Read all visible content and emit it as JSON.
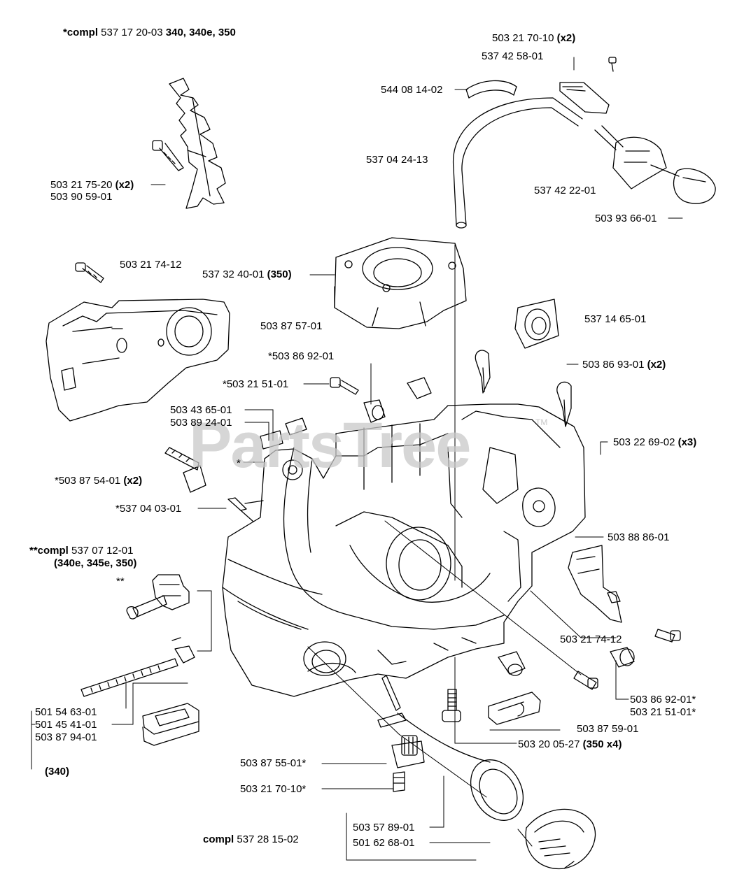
{
  "watermark": {
    "text": "PartsTree",
    "tm": "TM",
    "color": "#c9c9c9"
  },
  "labels": [
    {
      "id": "compl-53717",
      "parts": [
        {
          "t": "*compl",
          "b": true
        },
        {
          "t": " 537 17 20-03 ",
          "b": false
        },
        {
          "t": "340, 340e, 350",
          "b": true
        }
      ]
    },
    {
      "id": "p-5032170-top",
      "parts": [
        {
          "t": "503 21 70-10 ",
          "b": false
        },
        {
          "t": "(x2)",
          "b": true
        }
      ]
    },
    {
      "id": "p-5374258",
      "parts": [
        {
          "t": "537 42 58-01",
          "b": false
        }
      ]
    },
    {
      "id": "p-5440814",
      "parts": [
        {
          "t": "544 08 14-02",
          "b": false
        }
      ]
    },
    {
      "id": "p-5370424",
      "parts": [
        {
          "t": "537 04 24-13",
          "b": false
        }
      ]
    },
    {
      "id": "p-5032175",
      "parts": [
        {
          "t": "503 21 75-20 ",
          "b": false
        },
        {
          "t": "(x2)",
          "b": true
        }
      ]
    },
    {
      "id": "p-5039059",
      "parts": [
        {
          "t": "503 90 59-01",
          "b": false
        }
      ]
    },
    {
      "id": "p-5374222",
      "parts": [
        {
          "t": "537 42 22-01",
          "b": false
        }
      ]
    },
    {
      "id": "p-5039366",
      "parts": [
        {
          "t": "503 93 66-01",
          "b": false
        }
      ]
    },
    {
      "id": "p-5032174-a",
      "parts": [
        {
          "t": "503 21 74-12",
          "b": false
        }
      ]
    },
    {
      "id": "p-5373240",
      "parts": [
        {
          "t": "537 32 40-01 ",
          "b": false
        },
        {
          "t": "(350)",
          "b": true
        }
      ]
    },
    {
      "id": "p-5038757",
      "parts": [
        {
          "t": "503 87 57-01",
          "b": false
        }
      ]
    },
    {
      "id": "p-5371465",
      "parts": [
        {
          "t": "537 14 65-01",
          "b": false
        }
      ]
    },
    {
      "id": "p-5038692-a",
      "parts": [
        {
          "t": "*503 86 92-01",
          "b": false
        }
      ]
    },
    {
      "id": "p-5038693",
      "parts": [
        {
          "t": "503 86 93-01 ",
          "b": false
        },
        {
          "t": "(x2)",
          "b": true
        }
      ]
    },
    {
      "id": "p-5032151-a",
      "parts": [
        {
          "t": "*503 21 51-01",
          "b": false
        }
      ]
    },
    {
      "id": "p-5034365",
      "parts": [
        {
          "t": "503 43 65-01",
          "b": false
        }
      ]
    },
    {
      "id": "p-5038924",
      "parts": [
        {
          "t": "503 89 24-01",
          "b": false
        }
      ]
    },
    {
      "id": "p-5032269",
      "parts": [
        {
          "t": "503 22 69-02 ",
          "b": false
        },
        {
          "t": "(x3)",
          "b": true
        }
      ]
    },
    {
      "id": "p-star",
      "parts": [
        {
          "t": "*",
          "b": false
        }
      ]
    },
    {
      "id": "p-5038754",
      "parts": [
        {
          "t": "*503 87 54-01 ",
          "b": false
        },
        {
          "t": "(x2)",
          "b": true
        }
      ]
    },
    {
      "id": "p-5370403",
      "parts": [
        {
          "t": "*537 04 03-01",
          "b": false
        }
      ]
    },
    {
      "id": "p-5038886",
      "parts": [
        {
          "t": "503 88 86-01",
          "b": false
        }
      ]
    },
    {
      "id": "compl-53707",
      "parts": [
        {
          "t": "**compl",
          "b": true
        },
        {
          "t": " 537 07 12-01",
          "b": false
        }
      ]
    },
    {
      "id": "compl-53707-models",
      "parts": [
        {
          "t": "(340e, 345e, 350)",
          "b": true
        }
      ]
    },
    {
      "id": "p-dstar",
      "parts": [
        {
          "t": "**",
          "b": false
        }
      ]
    },
    {
      "id": "p-5032174-b",
      "parts": [
        {
          "t": "503 21 74-12",
          "b": false
        }
      ]
    },
    {
      "id": "p-5038692-b",
      "parts": [
        {
          "t": "503 86 92-01*",
          "b": false
        }
      ]
    },
    {
      "id": "p-5032151-b",
      "parts": [
        {
          "t": "503 21 51-01*",
          "b": false
        }
      ]
    },
    {
      "id": "p-5015463",
      "parts": [
        {
          "t": "501 54 63-01",
          "b": false
        }
      ]
    },
    {
      "id": "p-5014541",
      "parts": [
        {
          "t": "501 45 41-01",
          "b": false
        }
      ]
    },
    {
      "id": "p-5038794",
      "parts": [
        {
          "t": "503 87 94-01",
          "b": false
        }
      ]
    },
    {
      "id": "p-5038759",
      "parts": [
        {
          "t": "503 87 59-01",
          "b": false
        }
      ]
    },
    {
      "id": "p-5032005",
      "parts": [
        {
          "t": "503 20 05-27 ",
          "b": false
        },
        {
          "t": "(350 x4)",
          "b": true
        }
      ]
    },
    {
      "id": "p-340",
      "parts": [
        {
          "t": "(340)",
          "b": true
        }
      ]
    },
    {
      "id": "p-5038755",
      "parts": [
        {
          "t": "503 87 55-01*",
          "b": false
        }
      ]
    },
    {
      "id": "p-5032170-b",
      "parts": [
        {
          "t": "503 21 70-10*",
          "b": false
        }
      ]
    },
    {
      "id": "p-5035789",
      "parts": [
        {
          "t": "503 57 89-01",
          "b": false
        }
      ]
    },
    {
      "id": "p-5016268",
      "parts": [
        {
          "t": "501 62 68-01",
          "b": false
        }
      ]
    },
    {
      "id": "compl-53728",
      "parts": [
        {
          "t": "compl",
          "b": true
        },
        {
          "t": " 537 28 15-02",
          "b": false
        }
      ]
    }
  ]
}
